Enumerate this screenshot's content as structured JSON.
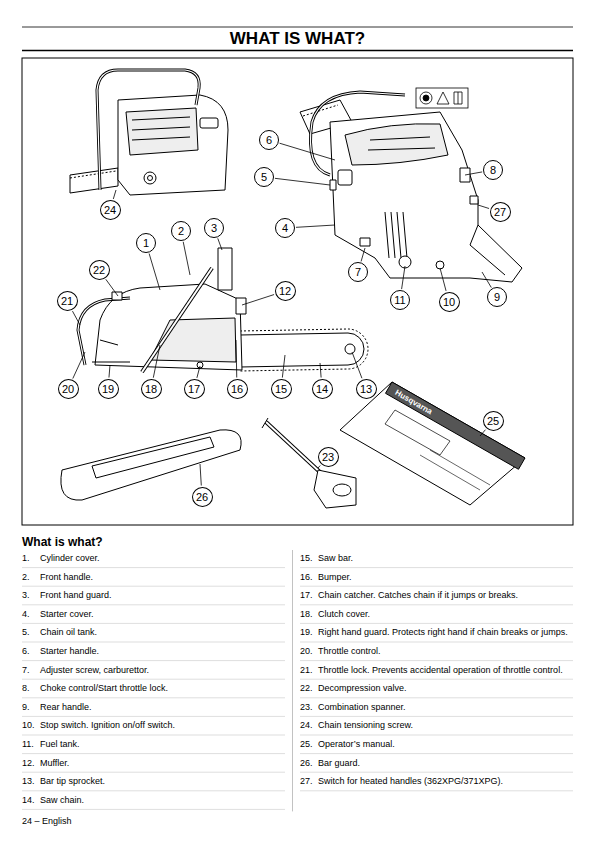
{
  "diagram": {
    "title": "WHAT IS WHAT?",
    "nodes": [
      {
        "text": [
          "1"
        ]
      },
      {
        "text": [
          "2"
        ]
      },
      {
        "text": [
          "3"
        ]
      },
      {
        "text": [
          "4"
        ]
      },
      {
        "text": [
          "5"
        ]
      },
      {
        "text": [
          "6"
        ]
      },
      {
        "text": [
          "7"
        ]
      },
      {
        "text": [
          "8"
        ]
      },
      {
        "text": [
          "9"
        ]
      },
      {
        "text": [
          "10"
        ]
      },
      {
        "text": [
          "11"
        ]
      },
      {
        "text": [
          "12"
        ]
      },
      {
        "text": [
          "13"
        ]
      },
      {
        "text": [
          "14"
        ]
      },
      {
        "text": [
          "15"
        ]
      },
      {
        "text": [
          "16"
        ]
      },
      {
        "text": [
          "17"
        ]
      },
      {
        "text": [
          "18"
        ]
      },
      {
        "text": [
          "19"
        ]
      },
      {
        "text": [
          "20"
        ]
      },
      {
        "text": [
          "21"
        ]
      },
      {
        "text": [
          "22"
        ]
      },
      {
        "text": [
          "23"
        ]
      },
      {
        "text": [
          "24"
        ]
      },
      {
        "text": [
          "25"
        ]
      },
      {
        "text": [
          "26"
        ]
      },
      {
        "text": [
          "27"
        ]
      }
    ],
    "labels": [
      "What is what?",
      "1.",
      "Cylinder cover.",
      "2.",
      "Front handle.",
      "3.",
      "Front hand guard.",
      "4.",
      "Starter cover.",
      "5.",
      "Chain oil tank.",
      "6.",
      "Starter handle.",
      "7.",
      "Adjuster screw, carburettor.",
      "8.",
      "Choke control/Start throttle lock.",
      "9.",
      "Rear handle.",
      "10.",
      "Stop switch. Ignition on/off switch.",
      "11.",
      "Fuel tank.",
      "12.",
      "Muffler.",
      "13.",
      "Bar tip sprocket.",
      "14.",
      "Saw chain.",
      "15.",
      "Saw bar.",
      "16.",
      "Bumper.",
      "17.",
      "Chain catcher. Catches chain if it jumps or breaks.",
      "18.",
      "Clutch cover.",
      "19.",
      "Right hand guard. Protects right hand if chain breaks or jumps.",
      "20.",
      "Throttle control.",
      "21.",
      "Throttle lock. Prevents accidental operation of throttle control.",
      "22.",
      "Decompression valve.",
      "23.",
      "Combination spanner.",
      "24.",
      "Chain tensioning screw.",
      "25.",
      "Operator’s manual.",
      "26.",
      "Bar guard.",
      "27.",
      "Switch for heated handles (362XPG/371XPG).",
      "24 – English",
      "Husqvarna"
    ]
  }
}
